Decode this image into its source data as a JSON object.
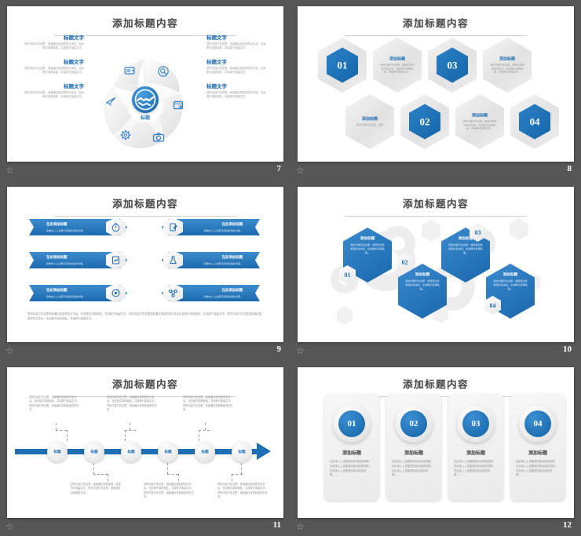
{
  "deck": {
    "title": "添加标题内容",
    "star_icon": "star-outline-icon"
  },
  "slides": [
    {
      "page": "7",
      "title": "添加标题内容",
      "center_label": "标题",
      "center_icon": "handshake-icon",
      "ring_icons": [
        "wallet-icon",
        "search-icon",
        "card-icon",
        "camera-icon",
        "gear-icon",
        "paperplane-icon"
      ],
      "left_items": [
        {
          "heading": "标题文字",
          "body": "您的内容打在这里，或者通过复制您的文本后，在此框中选择粘贴，并选择只保留文字。"
        },
        {
          "heading": "标题文字",
          "body": "您的内容打在这里，或者通过复制您的文本后，在此框中选择粘贴，并选择只保留文字。"
        },
        {
          "heading": "标题文字",
          "body": "您的内容打在这里，或者通过复制您的文本后，在此框中选择粘贴，并选择只保留文字。"
        }
      ],
      "right_items": [
        {
          "heading": "标题文字",
          "body": "您的内容打在这里，或者通过复制您的文本后，在此框中选择粘贴，并选择只保留文字。"
        },
        {
          "heading": "标题文字",
          "body": "您的内容打在这里，或者通过复制您的文本后，在此框中选择粘贴，并选择只保留文字。"
        },
        {
          "heading": "标题文字",
          "body": "您的内容打在这里，或者通过复制您的文本后，在此框中选择粘贴，并选择只保留文字。"
        }
      ]
    },
    {
      "page": "8",
      "title": "添加标题内容",
      "numbers": [
        "01",
        "02",
        "03",
        "04"
      ],
      "texts": [
        {
          "heading": "添加标题",
          "body": "您的内容打在这里，或通过复制您的文本后，在此框中选择粘贴，并选择只保留文字。"
        },
        {
          "heading": "添加标题",
          "body": "您的内容打在这里，或通"
        },
        {
          "heading": "添加标题",
          "body": "您的内容打在这里，或通过复制您的文本后，在此框中选择粘贴，并选择只保留文字。"
        },
        {
          "heading": "添加标题",
          "body": "您的内容打在这里，或通过复制您的文本后，在此框中选择粘贴，并选择只保留文字。"
        }
      ]
    },
    {
      "page": "9",
      "title": "添加标题内容",
      "items": [
        {
          "heading": "在此添加标题",
          "body": "您单击入上这里可添加合适的内容。",
          "icon": "stopwatch-icon"
        },
        {
          "heading": "在此添加标题",
          "body": "您单击入上这里可添加合适的内容。",
          "icon": "edit-icon"
        },
        {
          "heading": "在此添加标题",
          "body": "您单击入上这里可添加合适的内容。",
          "icon": "chart-icon"
        },
        {
          "heading": "在此添加标题",
          "body": "您单击入上这里可添加合适的内容。",
          "icon": "flask-icon"
        },
        {
          "heading": "在此添加标题",
          "body": "您单击入上这里可添加合适的内容。",
          "icon": "target-icon"
        },
        {
          "heading": "在此添加标题",
          "body": "您单击入上这里可添加合适的内容。",
          "icon": "network-icon"
        }
      ],
      "footer_text": "您的内容打在这里或者通过复制您的文本后，在此框中选择粘贴，并选择只保留文字。您的内容打在这里或者通过复制您的文本后在此框中选择粘贴，并选择只保留文字。您的内容打在这里或者通过复制您的文本后，在此框中选择粘贴，并选择只保留文字。"
    },
    {
      "page": "10",
      "title": "添加标题内容",
      "items": [
        {
          "number": "01",
          "heading": "添加标题",
          "body": "您的内容打在这里，或者通过复制您的文本后，在此框中选择粘贴。",
          "icon": "bar-chart-icon"
        },
        {
          "number": "02",
          "heading": "添加标题",
          "body": "您的内容打在这里，或者通过复制您的文本后，在此框中选择粘贴。",
          "icon": "people-icon"
        },
        {
          "number": "03",
          "heading": "添加标题",
          "body": "您的内容打在这里，或者通过复制您的文本后，在此框中选择粘贴。",
          "icon": "clock-icon"
        },
        {
          "number": "04",
          "heading": "添加标题",
          "body": "您的内容打在这里，或者通过复制您的文本后，在此框中选择粘贴。",
          "icon": "globe-icon"
        }
      ]
    },
    {
      "page": "11",
      "title": "添加标题内容",
      "nodes": [
        "标题",
        "标题",
        "标题",
        "标题",
        "标题",
        "标题"
      ],
      "top_texts": [
        "您的内容打在这里，或者通过复制您的文本后，在此框中选择粘贴，并选择只保留文字。您的内容打在这里，或者通过复制粘贴您的文本。",
        "您的内容打在这里，或者通过复制您的文本后，在此框中选择粘贴，并选择只保留文字。您的内容打在这里，或者通过复制粘贴您的文本。",
        "您的内容打在这里，或者通过复制您的文本后，在此框中选择粘贴，并选择只保留文字。您的内容打在这里，或者通过复制粘贴您的文本。"
      ],
      "bottom_texts": [
        "您的内容打在这里，或者通过复制粘贴，并选择只保留文字。您的内容打在这里，或者通过复制粘贴文本。",
        "您的内容打在这里，或者通过复制您的文本后，在此框中选择粘贴，并选择只保留文字。您的内容打在这里，或者通过复制粘贴您的文本。",
        "您的内容打在这里，或者通过复制您的文本后，在此框中选择粘贴，并选择只保留文字。您的内容打在这里，或者通过复制粘贴您的文本。"
      ]
    },
    {
      "page": "12",
      "title": "添加标题内容",
      "cards": [
        {
          "number": "01",
          "heading": "添加标题",
          "body": "在此录入上述图表的综合描述说明，在此录入上述图表的综合描述说明，在此录入上述图表的综合描述说明……"
        },
        {
          "number": "02",
          "heading": "添加标题",
          "body": "在此录入上述图表的综合描述说明，在此录入上述图表的综合描述说明，在此录入上述图表的综合描述说明……"
        },
        {
          "number": "03",
          "heading": "添加标题",
          "body": "在此录入上述图表的综合描述说明，在此录入上述图表的综合描述说明，在此录入上述图表的综合描述说明……"
        },
        {
          "number": "04",
          "heading": "添加标题",
          "body": "在此录入上述图表的综合描述说明，在此录入上述图表的综合描述说明，在此录入上述图表的综合描述说明……"
        }
      ]
    }
  ],
  "colors": {
    "accent_blue": "#1f6fb5",
    "deep_blue": "#1565a8",
    "page_bg": "#565656",
    "slide_bg": "#ffffff",
    "body_gray": "#8d8d8d",
    "title_gray": "#4a4a4a"
  }
}
